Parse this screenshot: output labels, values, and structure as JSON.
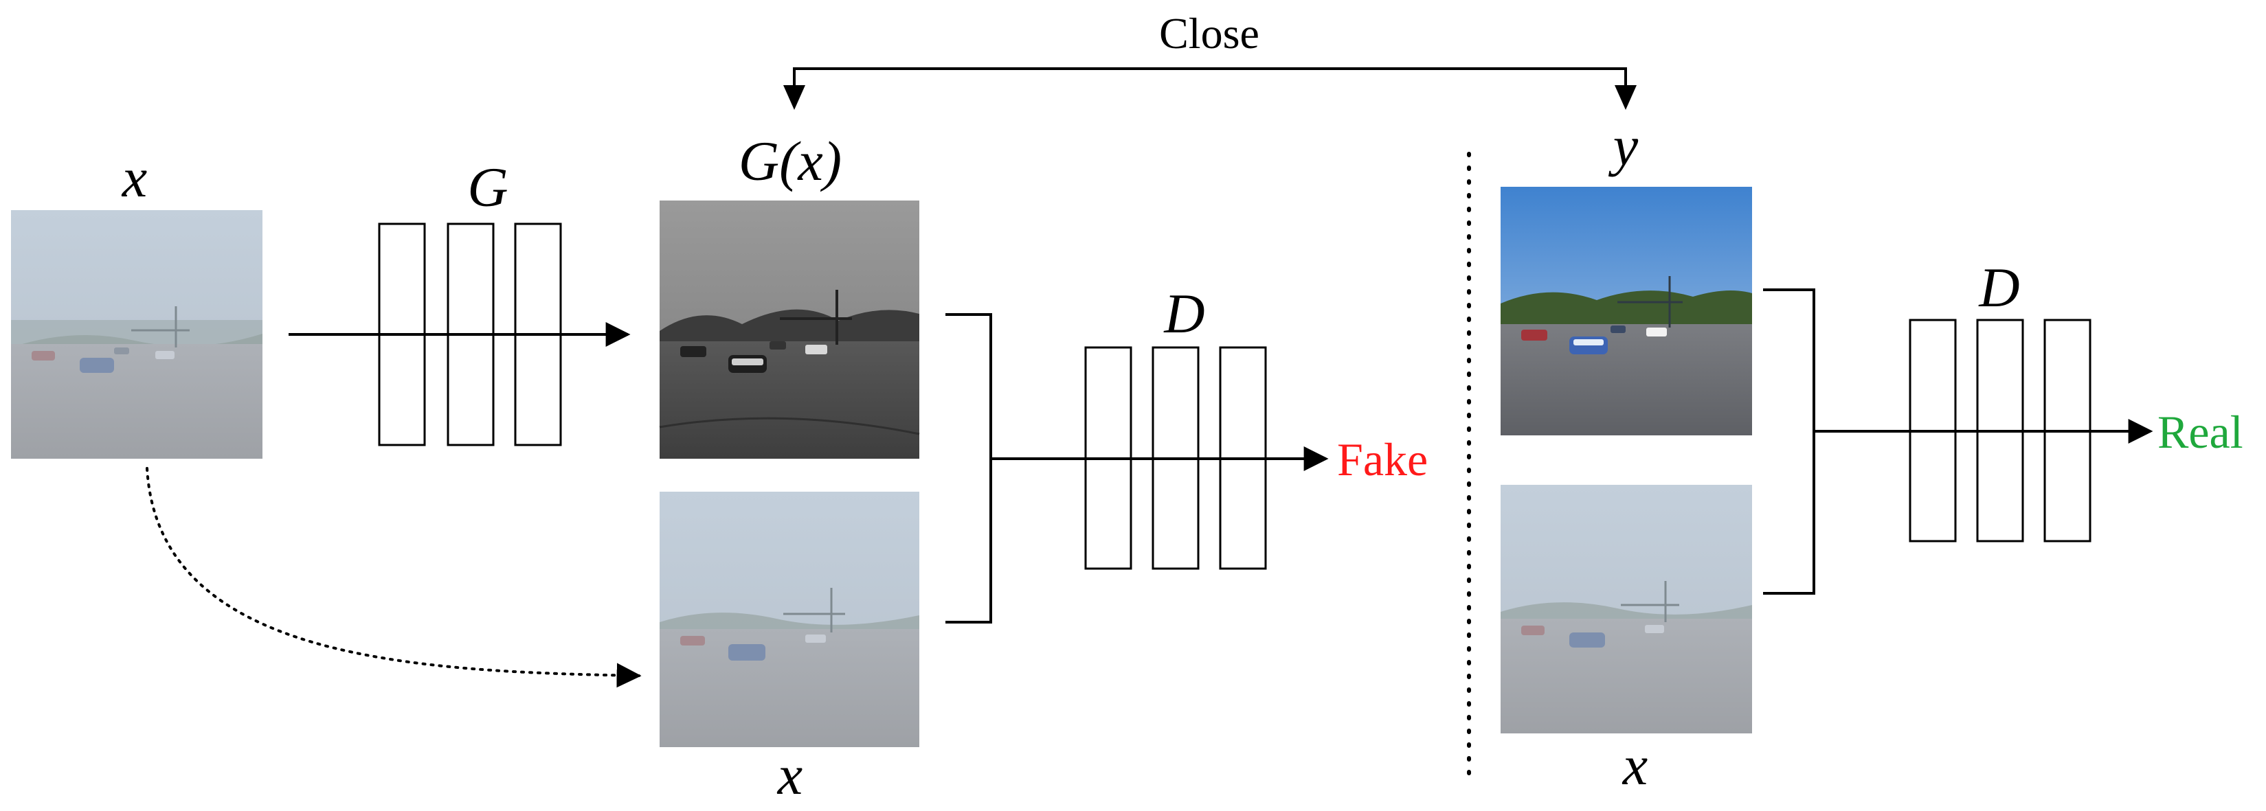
{
  "labels": {
    "top_link": "Close",
    "input_x": "x",
    "generator": "G",
    "generated": "G(x)",
    "disc_left": "D",
    "fake": "Fake",
    "bottom_x_left": "x",
    "target_y": "y",
    "disc_right": "D",
    "real": "Real",
    "bottom_x_right": "x"
  },
  "colors": {
    "fake": "#ff1a1a",
    "real": "#1fa83c",
    "stroke": "#000000",
    "hazy_sky": "#b9c6d3",
    "hazy_ground": "#a6a9ae",
    "gray_sky": "#8a8a8a",
    "gray_ground": "#4b4b4b",
    "clear_sky": "#4f8fd0",
    "clear_ground": "#6e7075"
  },
  "images": [
    {
      "name": "input-hazy-image",
      "style": "hazy"
    },
    {
      "name": "generated-grayscale-image",
      "style": "gray"
    },
    {
      "name": "condition-hazy-image-left",
      "style": "hazy"
    },
    {
      "name": "target-clear-image",
      "style": "clear"
    },
    {
      "name": "condition-hazy-image-right",
      "style": "hazy"
    }
  ]
}
